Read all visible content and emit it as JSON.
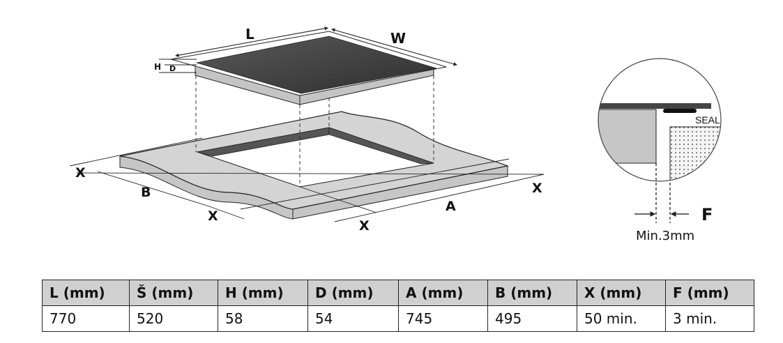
{
  "diagram": {
    "hob_labels": {
      "length": "L",
      "width": "W",
      "height": "H",
      "depth": "D"
    },
    "cutout_labels": {
      "a": "A",
      "b": "B",
      "x": "X"
    },
    "detail": {
      "seal_label": "SEAL",
      "gap_label": "F",
      "gap_note": "Min.3mm"
    },
    "colors": {
      "glass": "#3c3c3c",
      "frame": "#c8c8c8",
      "worktop": "#d2d2d2",
      "cutout_edge": "#555555",
      "seal": "#111111"
    }
  },
  "table": {
    "headers": [
      "L (mm)",
      "Š (mm)",
      "H (mm)",
      "D (mm)",
      "A (mm)",
      "B (mm)",
      "X (mm)",
      "F (mm)"
    ],
    "rows": [
      [
        "770",
        "520",
        "58",
        "54",
        "745",
        "495",
        "50 min.",
        "3 min."
      ]
    ],
    "header_bg": "#d0d0d0"
  }
}
